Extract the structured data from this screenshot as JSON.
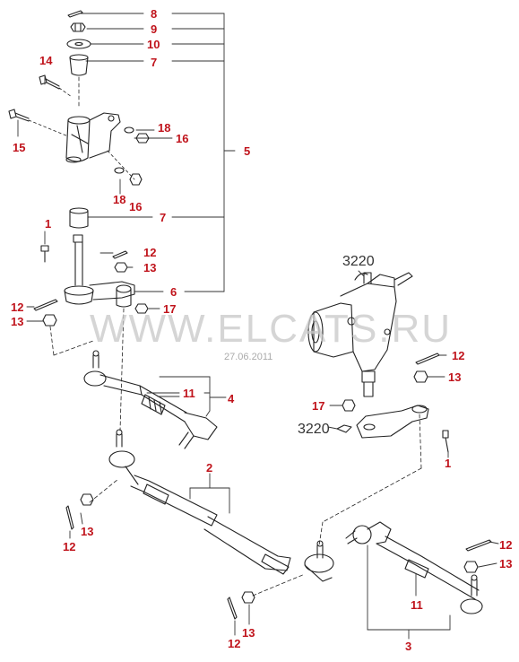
{
  "watermark": {
    "text": "WWW.ELCATS.RU",
    "date": "27.06.2011"
  },
  "callouts": {
    "c8": "8",
    "c9": "9",
    "c10": "10",
    "c7a": "7",
    "c14": "14",
    "c15": "15",
    "c18a": "18",
    "c16a": "16",
    "c5": "5",
    "c18b": "18",
    "c16b": "16",
    "c7b": "7",
    "c1a": "1",
    "c12a": "12",
    "c13a": "13",
    "c12b": "12",
    "c13b": "13",
    "c6": "6",
    "c17a": "17",
    "c11a": "11",
    "c4": "4",
    "c2": "2",
    "c12c": "12",
    "c13c": "13",
    "c12d": "12",
    "c13d": "13",
    "c12e": "12",
    "c13e": "13",
    "c17b": "17",
    "c1b": "1",
    "c12f": "12",
    "c13f": "13",
    "c11b": "11",
    "c3": "3"
  },
  "references": {
    "r1": "3220",
    "r2": "3220"
  }
}
